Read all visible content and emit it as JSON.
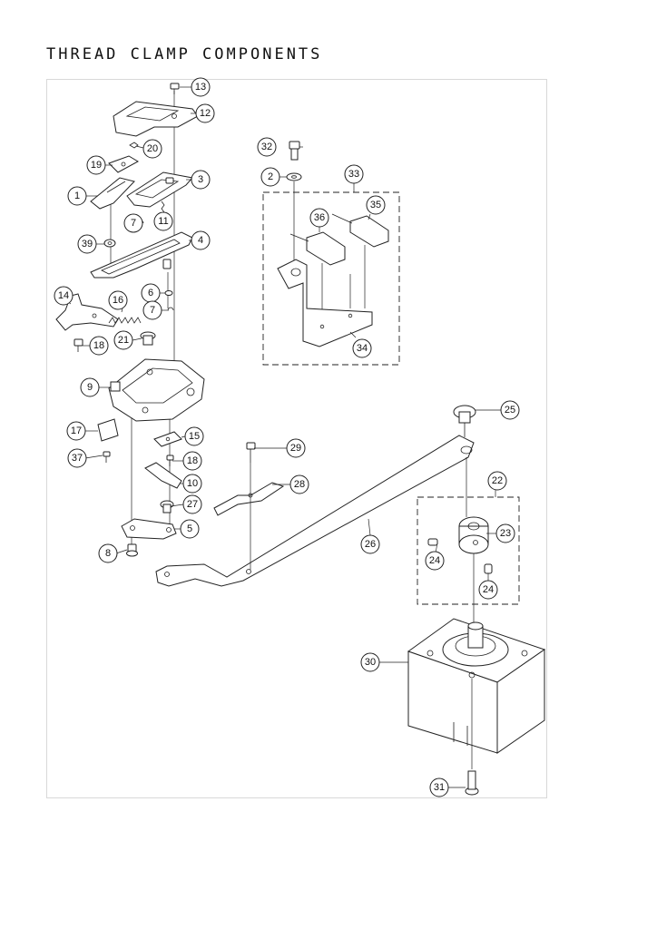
{
  "title": "THREAD CLAMP COMPONENTS",
  "callouts": {
    "c1": "1",
    "c2": "2",
    "c3": "3",
    "c4": "4",
    "c5": "5",
    "c6": "6",
    "c7a": "7",
    "c7b": "7",
    "c8": "8",
    "c9": "9",
    "c10": "10",
    "c11": "11",
    "c12": "12",
    "c13": "13",
    "c14": "14",
    "c15": "15",
    "c16": "16",
    "c17": "17",
    "c18a": "18",
    "c18b": "18",
    "c19": "19",
    "c20": "20",
    "c21": "21",
    "c22": "22",
    "c23": "23",
    "c24a": "24",
    "c24b": "24",
    "c25": "25",
    "c26": "26",
    "c27": "27",
    "c28": "28",
    "c29": "29",
    "c30": "30",
    "c31": "31",
    "c32": "32",
    "c33": "33",
    "c34": "34",
    "c35": "35",
    "c36": "36",
    "c37": "37",
    "c39": "39"
  }
}
